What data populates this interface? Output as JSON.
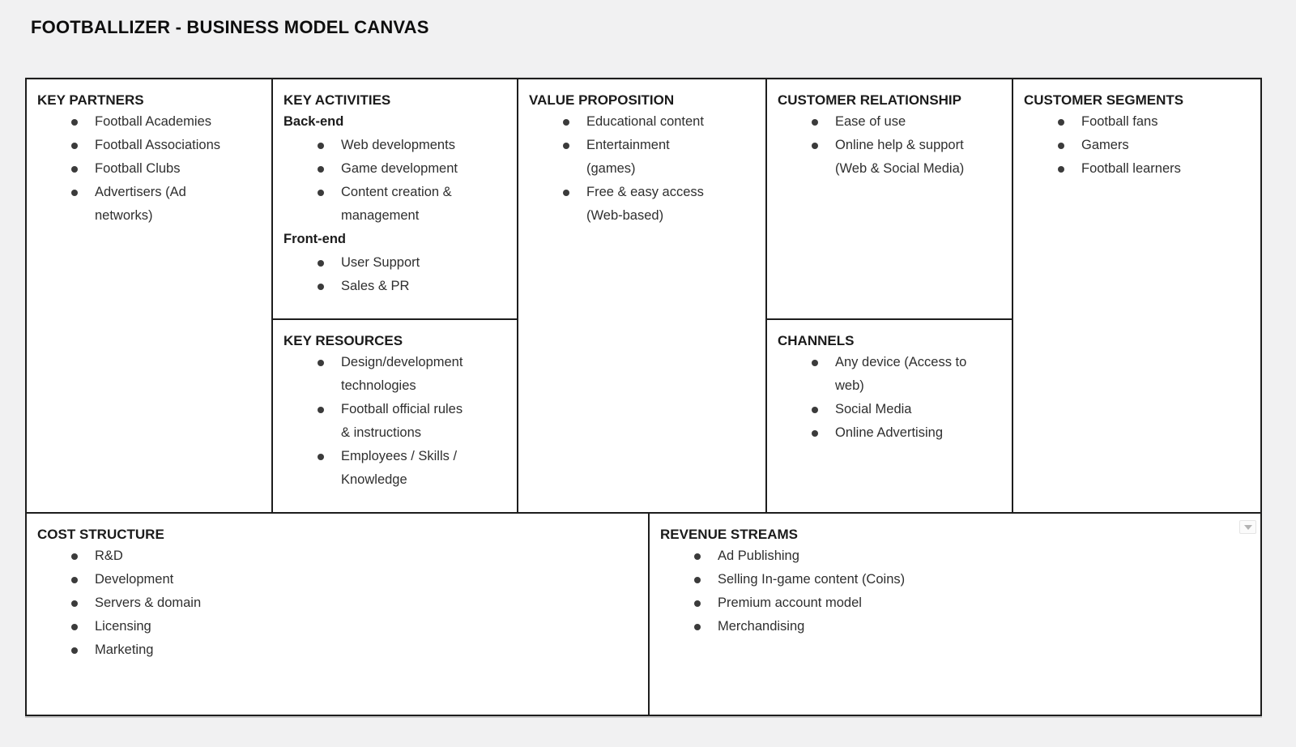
{
  "title": "FOOTBALLIZER - BUSINESS MODEL CANVAS",
  "sections": {
    "key_partners": {
      "title": "KEY PARTNERS",
      "items": [
        "Football Academies",
        "Football Associations",
        "Football Clubs",
        "Advertisers (Ad\nnetworks)"
      ]
    },
    "key_activities": {
      "title": "KEY ACTIVITIES",
      "groups": [
        {
          "label": "Back-end",
          "items": [
            "Web developments",
            "Game development",
            "Content creation &\nmanagement"
          ]
        },
        {
          "label": "Front-end",
          "items": [
            "User Support",
            "Sales & PR"
          ]
        }
      ]
    },
    "key_resources": {
      "title": "KEY RESOURCES",
      "items": [
        "Design/development\ntechnologies",
        "Football official rules\n& instructions",
        "Employees / Skills /\nKnowledge"
      ]
    },
    "value_proposition": {
      "title": "VALUE PROPOSITION",
      "items": [
        "Educational content",
        "Entertainment\n(games)",
        "Free & easy access\n(Web-based)"
      ]
    },
    "customer_relationship": {
      "title": "CUSTOMER RELATIONSHIP",
      "items": [
        "Ease of use",
        "Online help & support\n(Web & Social Media)"
      ]
    },
    "channels": {
      "title": "CHANNELS",
      "items": [
        "Any device (Access to\nweb)",
        "Social Media",
        "Online Advertising"
      ]
    },
    "customer_segments": {
      "title": "CUSTOMER SEGMENTS",
      "items": [
        "Football fans",
        "Gamers",
        "Football learners"
      ]
    },
    "cost_structure": {
      "title": "COST STRUCTURE",
      "items": [
        "R&D",
        "Development",
        "Servers & domain",
        "Licensing",
        "Marketing"
      ]
    },
    "revenue_streams": {
      "title": "REVENUE STREAMS",
      "items": [
        "Ad Publishing",
        "Selling In-game content (Coins)",
        "Premium account model",
        "Merchandising"
      ]
    }
  },
  "icons": {
    "revenue_dropdown": "chevron-down"
  },
  "colors": {
    "background": "#f1f1f2",
    "box_fill": "#ffffff",
    "border": "#1d1d1d",
    "heading": "#1b1b1b",
    "text": "#2f2f2f",
    "bullet": "#3b3b3b"
  }
}
